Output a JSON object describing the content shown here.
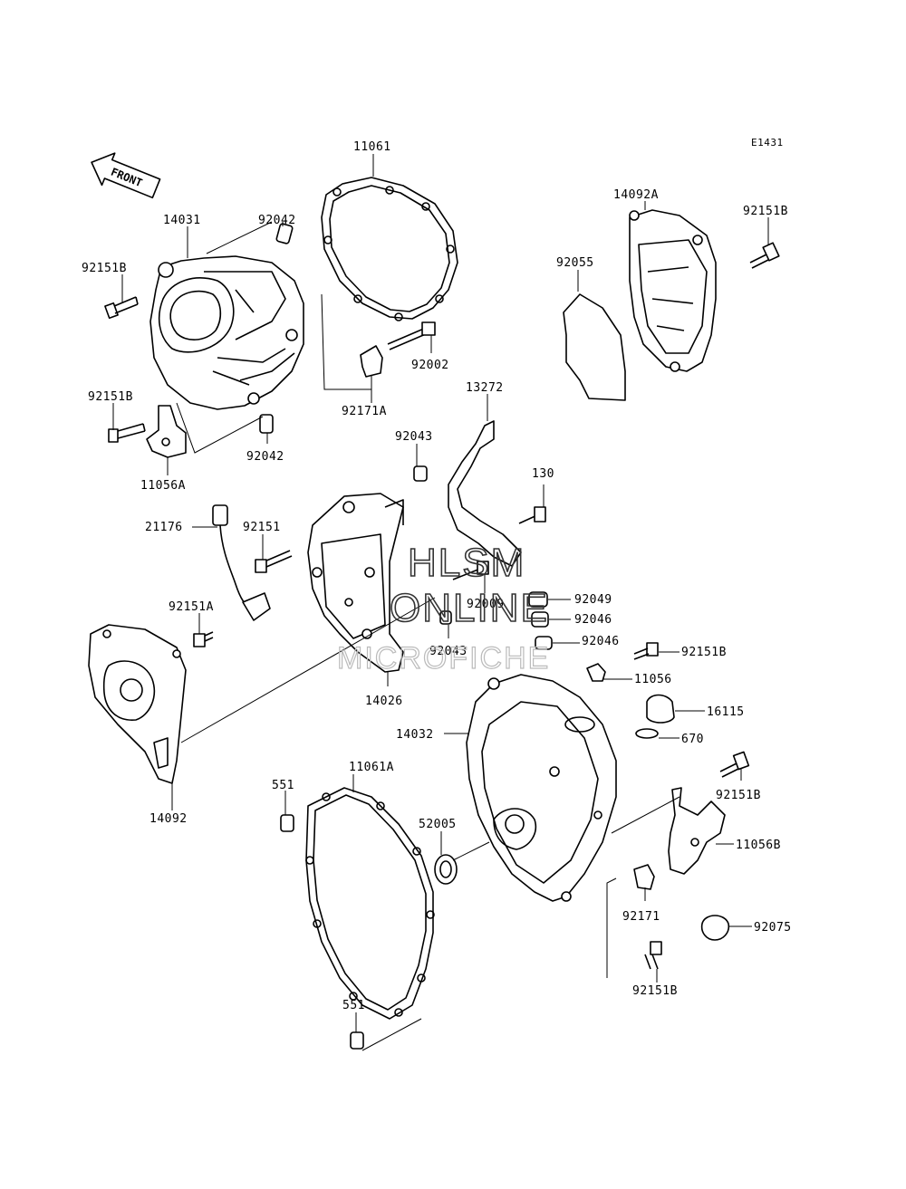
{
  "diagram": {
    "code": "E1431",
    "front_label": "FRONT",
    "watermark": [
      "HLSM",
      "ONLINE",
      "MICROFICHE"
    ],
    "labels": {
      "p11061": "11061",
      "p14031": "14031",
      "p92042a": "92042",
      "p92151Ba": "92151B",
      "p92002": "92002",
      "p92171A": "92171A",
      "p92151Bb": "92151B",
      "p92042b": "92042",
      "p11056A": "11056A",
      "p14092A": "14092A",
      "p92151Bc": "92151B",
      "p92055": "92055",
      "p13272": "13272",
      "p92043a": "92043",
      "p130": "130",
      "p21176": "21176",
      "p92151": "92151",
      "p92151A": "92151A",
      "p92009": "92009",
      "p92043b": "92043",
      "p92049": "92049",
      "p92046a": "92046",
      "p92046b": "92046",
      "p14026": "14026",
      "p92151Bd": "92151B",
      "p11056": "11056",
      "p16115": "16115",
      "p14032": "14032",
      "p670": "670",
      "p14092": "14092",
      "p551a": "551",
      "p11061A": "11061A",
      "p52005": "52005",
      "p92151Be": "92151B",
      "p11056B": "11056B",
      "p92171": "92171",
      "p92075": "92075",
      "p92151Bf": "92151B",
      "p551b": "551"
    }
  }
}
